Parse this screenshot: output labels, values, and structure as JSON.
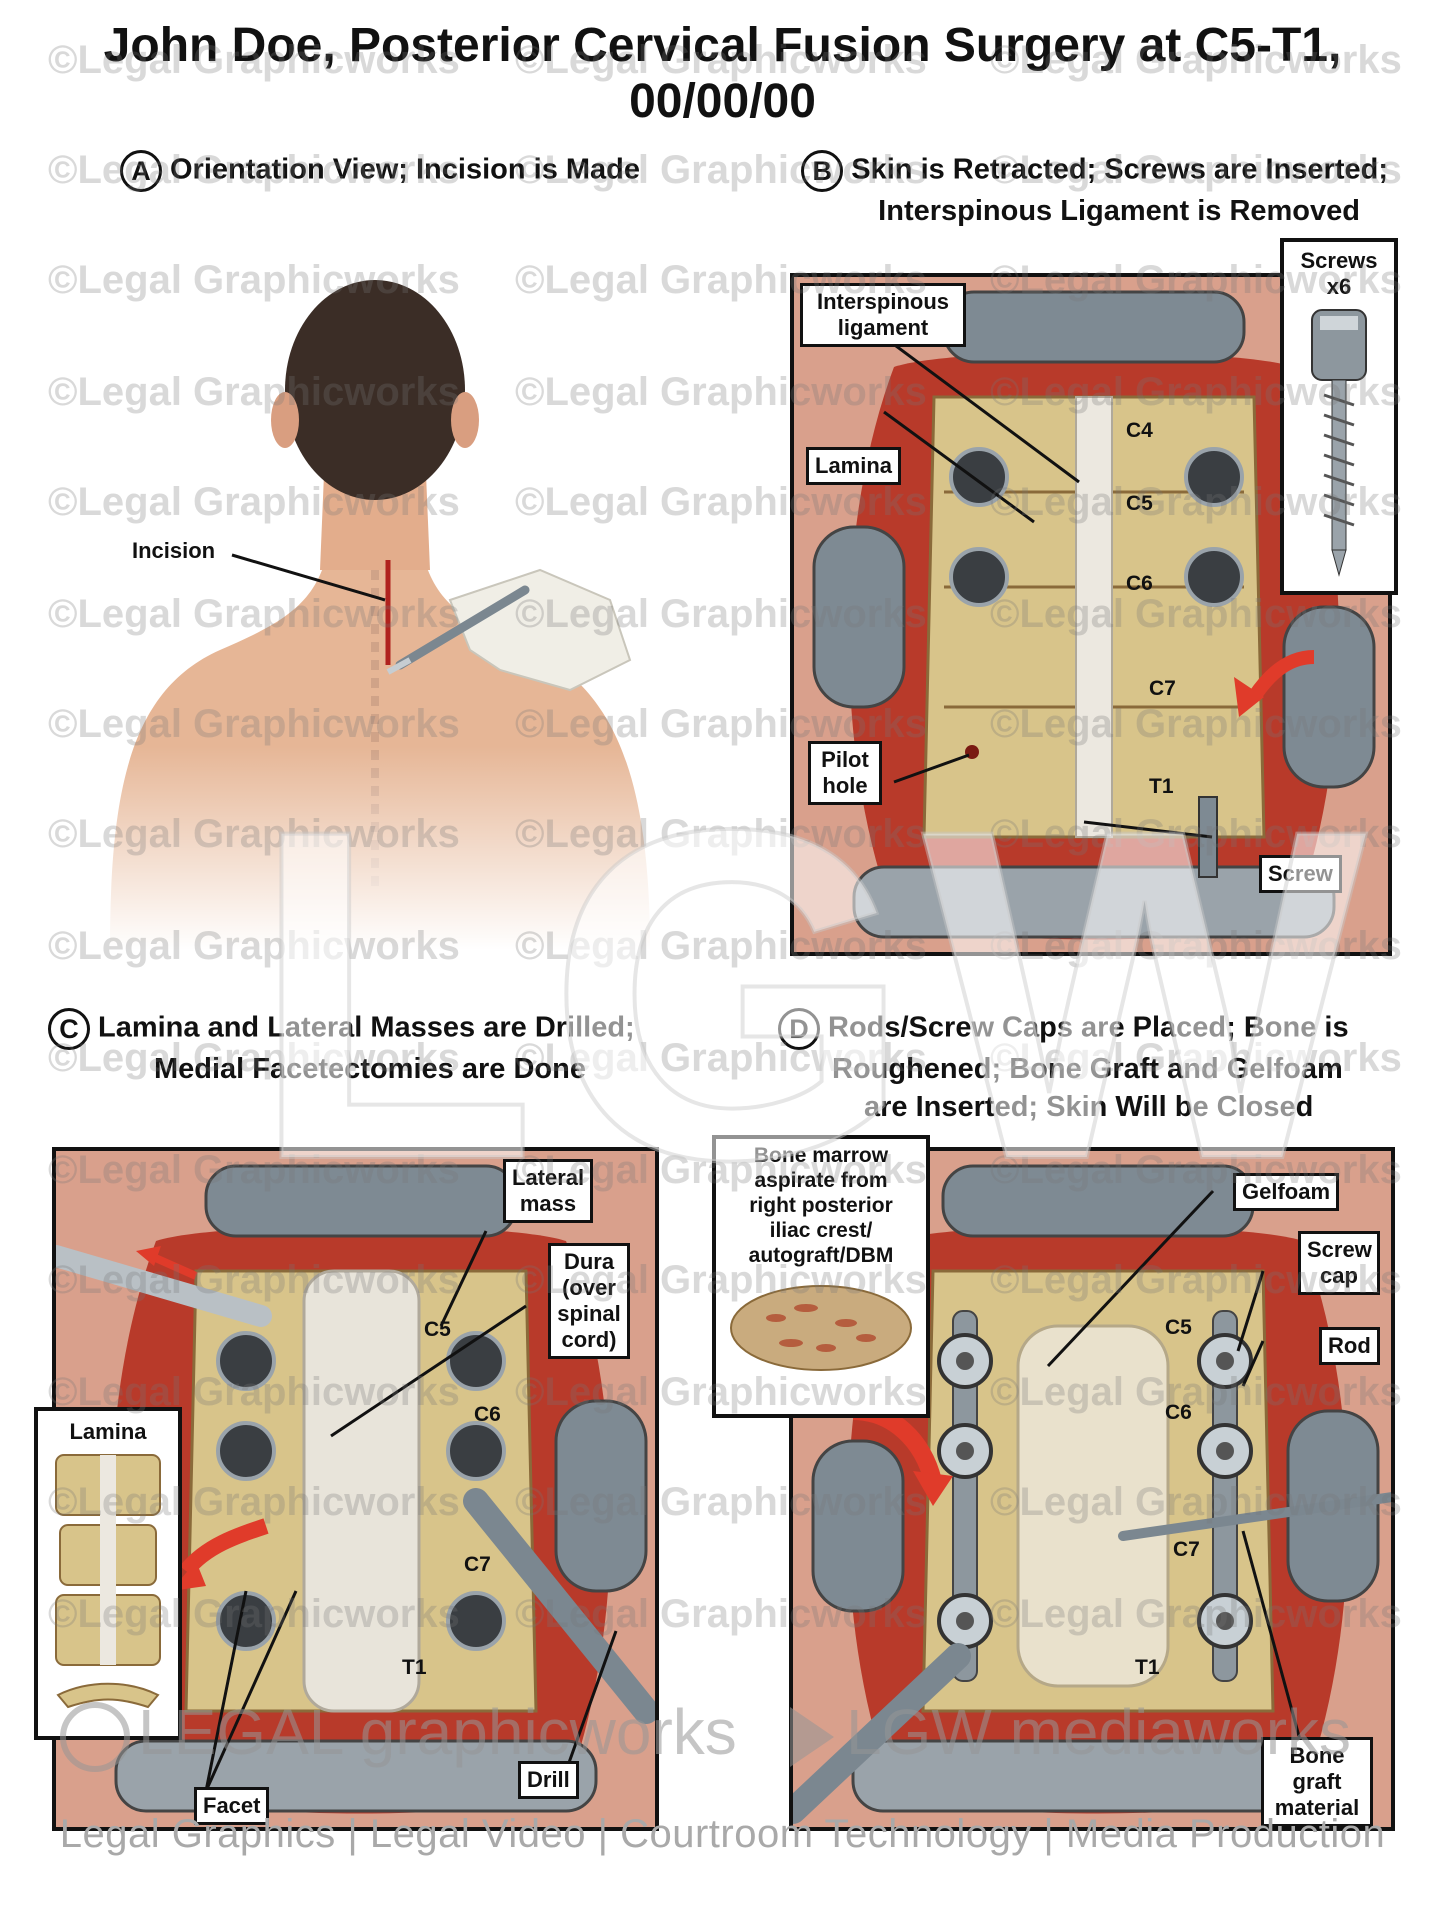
{
  "title": {
    "line1": "John Doe, Posterior Cervical Fusion Surgery at C5-T1,",
    "line2": "00/00/00"
  },
  "panels": {
    "a": {
      "letter": "A",
      "heading": "Orientation View; Incision is Made",
      "labels": {
        "incision": "Incision"
      }
    },
    "b": {
      "letter": "B",
      "heading_line1": "Skin is Retracted; Screws are Inserted;",
      "heading_line2": "Interspinous Ligament is Removed",
      "labels": {
        "interspinous_ligament_1": "Interspinous",
        "interspinous_ligament_2": "ligament",
        "lamina": "Lamina",
        "pilot_hole_1": "Pilot",
        "pilot_hole_2": "hole",
        "screw": "Screw",
        "screws_inset_1": "Screws",
        "screws_inset_2": "x6",
        "c4": "C4",
        "c5": "C5",
        "c6": "C6",
        "c7": "C7",
        "t1": "T1"
      }
    },
    "c": {
      "letter": "C",
      "heading_line1": "Lamina and Lateral Masses are Drilled;",
      "heading_line2": "Medial Facetectomies are Done",
      "labels": {
        "lateral_mass_1": "Lateral",
        "lateral_mass_2": "mass",
        "dura_1": "Dura",
        "dura_2": "(over",
        "dura_3": "spinal",
        "dura_4": "cord)",
        "lamina_inset": "Lamina",
        "facet": "Facet",
        "drill": "Drill",
        "c5": "C5",
        "c6": "C6",
        "c7": "C7",
        "t1": "T1"
      }
    },
    "d": {
      "letter": "D",
      "heading_line1": "Rods/Screw Caps are Placed; Bone is",
      "heading_line2": "Roughened; Bone Graft and Gelfoam",
      "heading_line3": "are Inserted; Skin Will be Closed",
      "labels": {
        "bone_marrow_1": "Bone marrow",
        "bone_marrow_2": "aspirate from",
        "bone_marrow_3": "right posterior",
        "bone_marrow_4": "iliac crest/",
        "bone_marrow_5": "autograft/DBM",
        "gelfoam": "Gelfoam",
        "screw_cap_1": "Screw",
        "screw_cap_2": "cap",
        "rod": "Rod",
        "bone_graft_1": "Bone",
        "bone_graft_2": "graft",
        "bone_graft_3": "material",
        "c5": "C5",
        "c6": "C6",
        "c7": "C7",
        "t1": "T1"
      }
    }
  },
  "watermark": "©Legal Graphicworks",
  "brand": {
    "logo_big": "LGW",
    "left": "LEGAL graphicworks",
    "right": "LGW mediaworks"
  },
  "footer": "Legal Graphics | Legal Video | Courtroom Technology | Media Production",
  "colors": {
    "tissue": "#d9a08c",
    "wound": "#c0392b",
    "bone": "#d8c48a",
    "metal": "#7e8a93",
    "dura": "#e8e4da",
    "arrow": "#e03b2a"
  }
}
